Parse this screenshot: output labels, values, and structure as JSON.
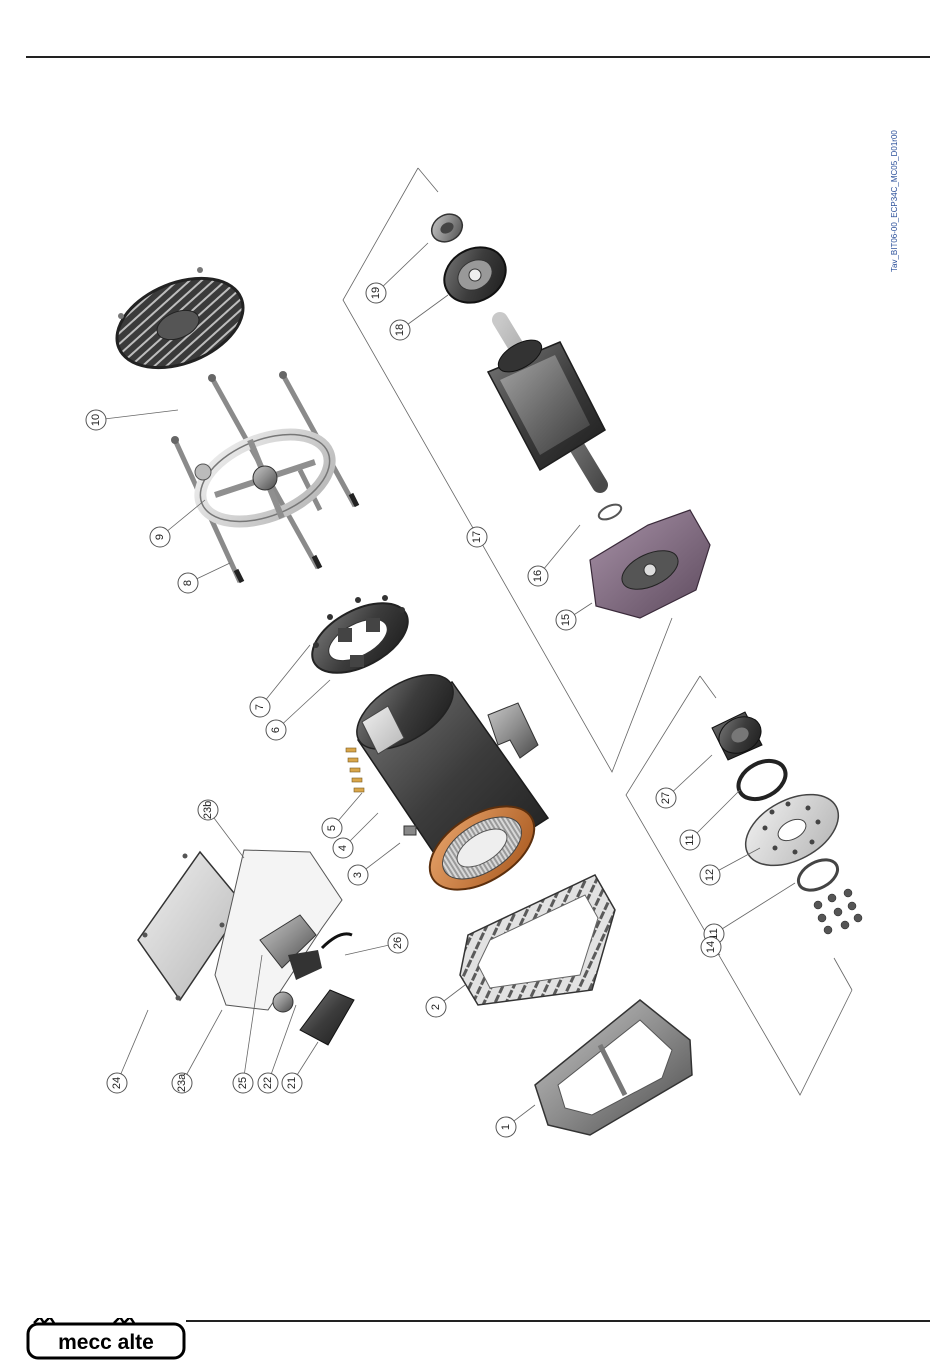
{
  "drawing_code": "Tav_BIT06-00_ECP34C_MC05_D01r00",
  "brand": {
    "name": "mecc alte"
  },
  "callouts": [
    {
      "label": "1"
    },
    {
      "label": "2"
    },
    {
      "label": "3"
    },
    {
      "label": "4"
    },
    {
      "label": "5"
    },
    {
      "label": "6"
    },
    {
      "label": "7"
    },
    {
      "label": "8"
    },
    {
      "label": "9"
    },
    {
      "label": "10"
    },
    {
      "label": "11"
    },
    {
      "label": "11"
    },
    {
      "label": "12"
    },
    {
      "label": "14"
    },
    {
      "label": "15"
    },
    {
      "label": "16"
    },
    {
      "label": "17"
    },
    {
      "label": "18"
    },
    {
      "label": "19"
    },
    {
      "label": "21"
    },
    {
      "label": "22"
    },
    {
      "label": "23a"
    },
    {
      "label": "23b"
    },
    {
      "label": "24"
    },
    {
      "label": "25"
    },
    {
      "label": "26"
    },
    {
      "label": "27"
    }
  ]
}
